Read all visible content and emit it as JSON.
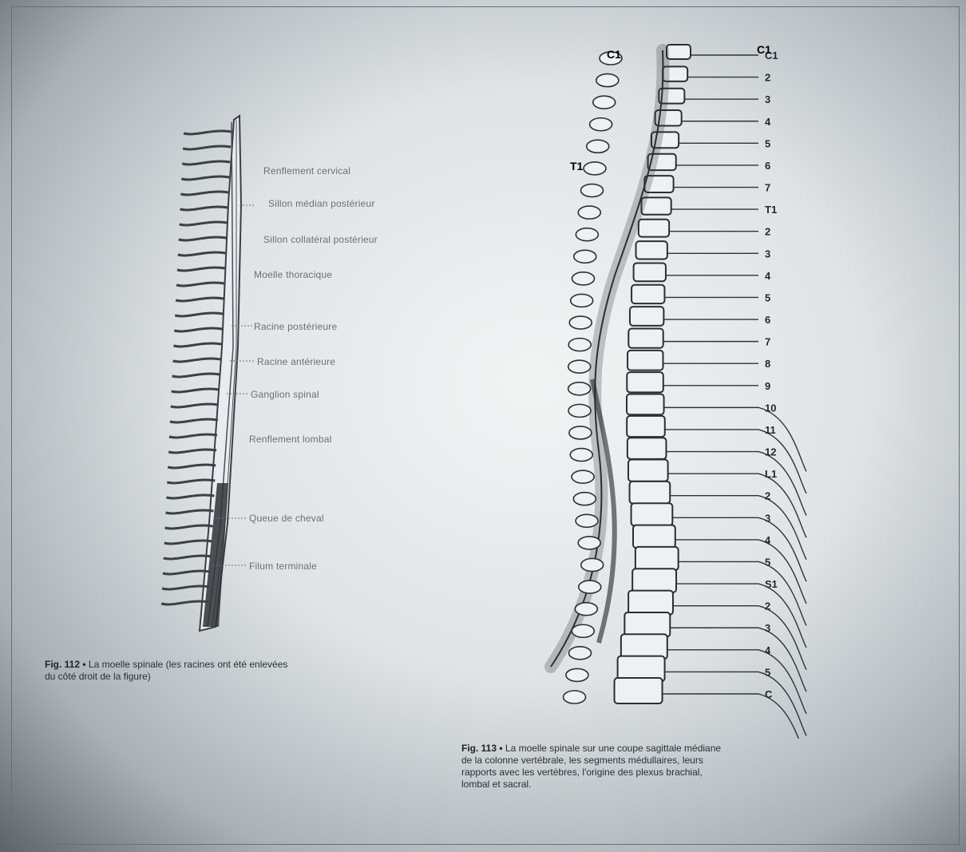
{
  "fig112": {
    "labels": [
      "Renflement cervical",
      "Sillon médian postérieur",
      "Sillon collatéral postérieur",
      "Moelle thoracique",
      "Racine postérieure",
      "Racine antérieure",
      "Ganglion spinal",
      "Renflement lombal",
      "Queue de cheval",
      "Filum terminale"
    ],
    "caption_head": "Fig. 112 •",
    "caption_line1": "La moelle spinale (les racines ont été enlevées",
    "caption_line2": "du côté droit de la figure)"
  },
  "fig113": {
    "vertebra_labels": [
      "C1",
      "2",
      "3",
      "4",
      "5",
      "6",
      "7",
      "T1",
      "2",
      "3",
      "4",
      "5",
      "6",
      "7",
      "8",
      "9",
      "10",
      "11",
      "12",
      "L1",
      "2",
      "3",
      "4",
      "5",
      "S1",
      "2",
      "3",
      "4",
      "5",
      "C"
    ],
    "top_c1_left": "C1",
    "top_c1_right": "C1",
    "left_t1": "T1",
    "caption_head": "Fig. 113 •",
    "caption_line1": "La moelle spinale sur une coupe sagittale médiane",
    "caption_line2": "de la colonne vertébrale, les segments médullaires, leurs",
    "caption_line3": "rapports avec les vertèbres, l'origine des plexus brachial,",
    "caption_line4": "lombal et sacral."
  }
}
